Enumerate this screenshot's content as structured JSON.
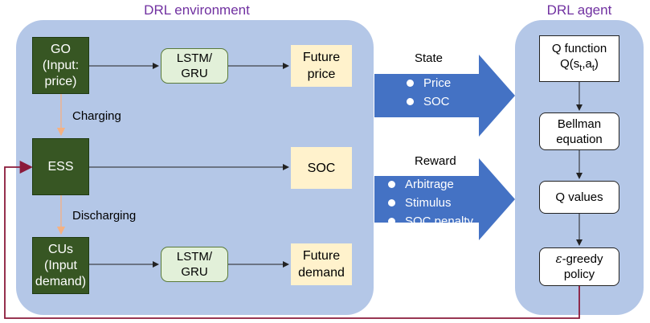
{
  "environment": {
    "title": "DRL environment",
    "go_box": "GO\n(Input:\nprice)",
    "ess_box": "ESS",
    "cus_box": "CUs\n(Input\ndemand)",
    "lstm_top": "LSTM/\nGRU",
    "lstm_bottom": "LSTM/\nGRU",
    "future_price": "Future\nprice",
    "soc_box": "SOC",
    "future_demand": "Future\ndemand",
    "charging_label": "Charging",
    "discharging_label": "Discharging"
  },
  "state_arrow": {
    "label": "State",
    "items": [
      "Price",
      "SOC"
    ]
  },
  "reward_arrow": {
    "label": "Reward",
    "items": [
      "Arbitrage",
      "Stimulus",
      "SOC penalty"
    ]
  },
  "agent": {
    "title": "DRL agent",
    "q_function_line1": "Q function",
    "q_function_q": "Q(s",
    "q_function_sub1": "t",
    "q_function_comma": ",a",
    "q_function_sub2": "t",
    "q_function_close": ")",
    "bellman": "Bellman\nequation",
    "q_values": "Q values",
    "greedy_symbol": "ε",
    "greedy_rest": "-greedy",
    "greedy_line2": "policy"
  },
  "colors": {
    "panel": "#b4c7e7",
    "title_purple": "#7030a0",
    "dark_green": "#375623",
    "light_green": "#e2f0d9",
    "tan": "#fff2cc",
    "blue_arrow": "#4472c4",
    "charge_line": "#f4b183",
    "feedback_line": "#8b1a3a"
  }
}
